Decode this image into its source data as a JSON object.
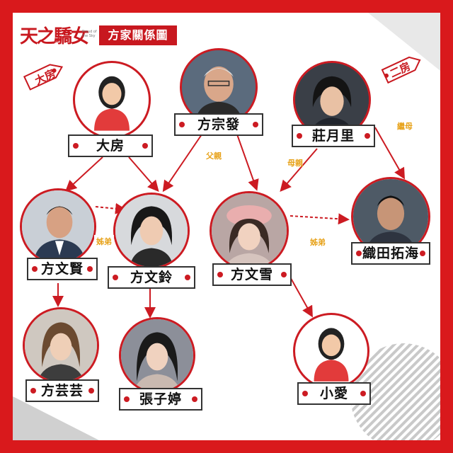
{
  "header": {
    "logo_text": "天之驕女",
    "logo_small": "Proud of the Sky",
    "title": "方家關係圖"
  },
  "tags": {
    "big": "大房",
    "second": "二房"
  },
  "people": {
    "dafang": {
      "name": "大房",
      "photo": "female-placeholder-icon"
    },
    "zongfa": {
      "name": "方宗發",
      "photo": "portrait-photo"
    },
    "yueli": {
      "name": "莊月里",
      "photo": "portrait-photo"
    },
    "wenxian": {
      "name": "方文賢",
      "photo": "portrait-photo"
    },
    "wenling": {
      "name": "方文鈴",
      "photo": "portrait-photo"
    },
    "wenxue": {
      "name": "方文雪",
      "photo": "portrait-photo"
    },
    "tuohai": {
      "name": "織田拓海",
      "photo": "portrait-photo"
    },
    "yunyun": {
      "name": "方芸芸",
      "photo": "portrait-photo"
    },
    "ziting": {
      "name": "張子婷",
      "photo": "portrait-photo"
    },
    "xiaoai": {
      "name": "小愛",
      "photo": "female-placeholder-icon"
    }
  },
  "relations": {
    "father": "父親",
    "mother": "母親",
    "stepmother": "繼母",
    "siblings_left": "姊弟",
    "siblings_right": "姊弟"
  },
  "colors": {
    "frame_red": "#d9191c",
    "line_red": "#cc1b22",
    "relation_label": "#e7a21a",
    "placeholder_body": "#e23b3b"
  }
}
